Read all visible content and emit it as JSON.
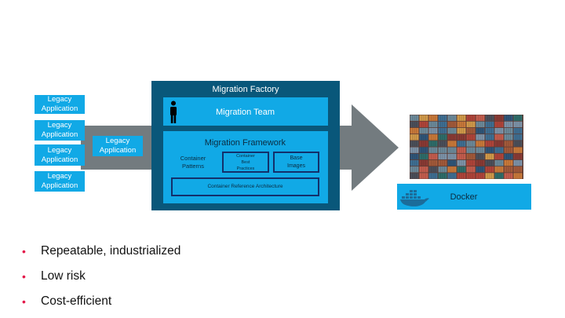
{
  "legacy_apps": [
    {
      "label": "Legacy\nApplication"
    },
    {
      "label": "Legacy\nApplication"
    },
    {
      "label": "Legacy\nApplication"
    },
    {
      "label": "Legacy\nApplication"
    },
    {
      "label": "Legacy\nApplication"
    }
  ],
  "factory": {
    "title": "Migration Factory",
    "team_label": "Migration Team",
    "framework_label": "Migration Framework",
    "boxes": {
      "patterns": "Container\nPatterns",
      "best_practices": "Container\nBest\nPractices",
      "base_images": "Base\nImages",
      "reference_architecture": "Container Reference Architecture"
    }
  },
  "docker": {
    "label": "Docker",
    "icon": "docker-whale-icon"
  },
  "bullets": [
    {
      "marker": "•",
      "text": "Repeatable, industrialized"
    },
    {
      "marker": "•",
      "text": "Low risk"
    },
    {
      "marker": "•",
      "text": "Cost-efficient"
    }
  ],
  "colors": {
    "arrow": "#737b7f",
    "box_light": "#11a9e6",
    "box_dark": "#09577a",
    "inner_border": "#13306b",
    "bullet": "#e3194a"
  }
}
